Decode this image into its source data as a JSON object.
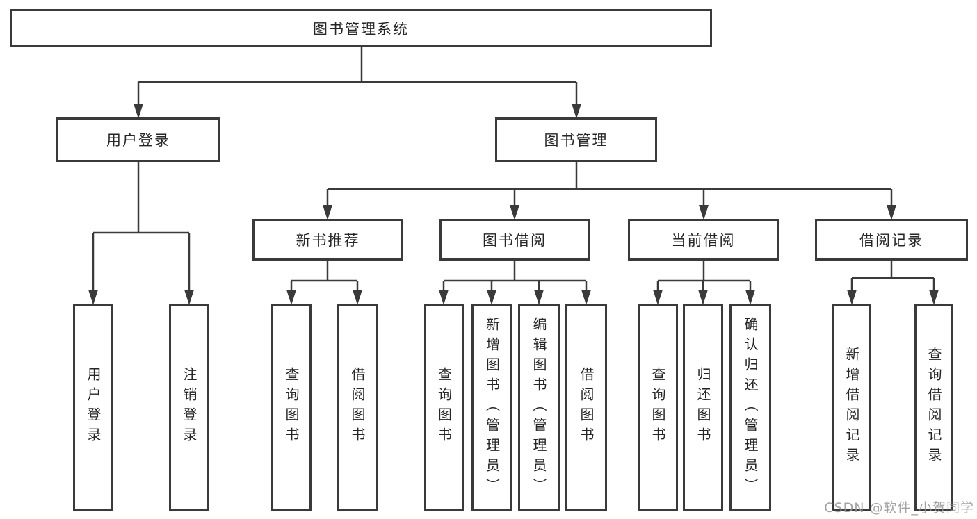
{
  "tree": {
    "label": "图书管理系统",
    "children": [
      {
        "label": "用户登录",
        "children": [
          {
            "label": "用户登录"
          },
          {
            "label": "注销登录"
          }
        ]
      },
      {
        "label": "图书管理",
        "children": [
          {
            "label": "新书推荐",
            "children": [
              {
                "label": "查询图书"
              },
              {
                "label": "借阅图书"
              }
            ]
          },
          {
            "label": "图书借阅",
            "children": [
              {
                "label": "查询图书"
              },
              {
                "label": "新增图书（管理员）"
              },
              {
                "label": "编辑图书（管理员）"
              },
              {
                "label": "借阅图书"
              }
            ]
          },
          {
            "label": "当前借阅",
            "children": [
              {
                "label": "查询图书"
              },
              {
                "label": "归还图书"
              },
              {
                "label": "确认归还（管理员）"
              }
            ]
          },
          {
            "label": "借阅记录",
            "children": [
              {
                "label": "新增借阅记录"
              },
              {
                "label": "查询借阅记录"
              }
            ]
          }
        ]
      }
    ]
  },
  "watermark": "CSDN @软件_小贺同学",
  "colors": {
    "line": "#3a3a3a",
    "text": "#262626",
    "background": "#ffffff",
    "watermark": "#949494"
  }
}
